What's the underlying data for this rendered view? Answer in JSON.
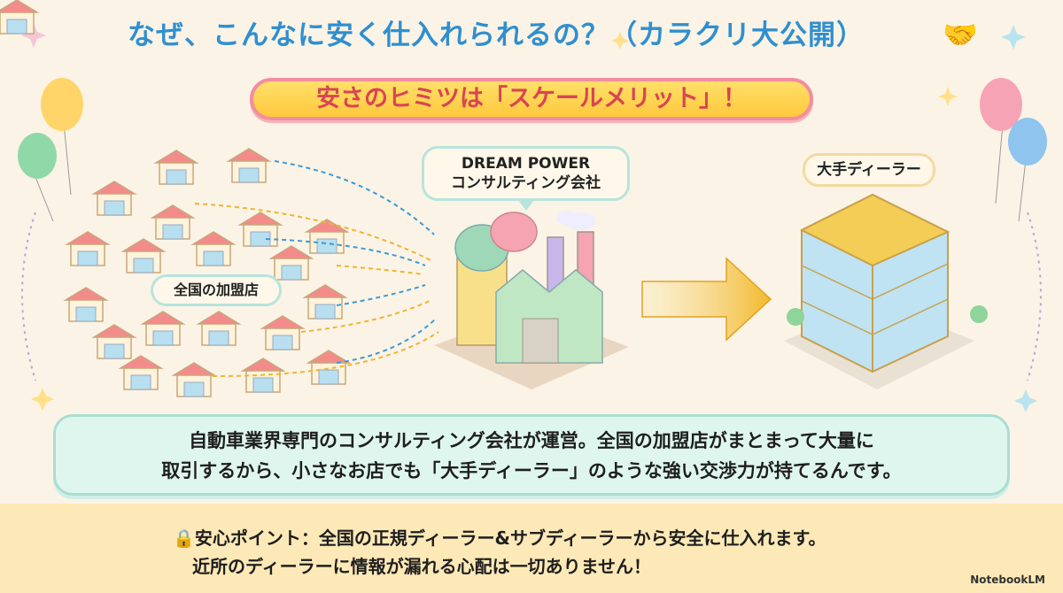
{
  "title": "なぜ、こんなに安く仕入れられるの？（カラクリ大公開）",
  "banner": "安さのヒミツは「スケールメリット」！",
  "labels": {
    "dream_power_line1": "DREAM POWER",
    "dream_power_line2": "コンサルティング会社",
    "dealer": "大手ディーラー",
    "franchise": "全国の加盟店"
  },
  "info": {
    "line1": "自動車業界専門のコンサルティング会社が運営。全国の加盟店がまとまって大量に",
    "line2": "取引するから、小さなお店でも「大手ディーラー」のような強い交渉力が持てるんです。"
  },
  "point": {
    "line1": "安心ポイント：全国の正規ディーラー&サブディーラーから安全に仕入れます。",
    "line2": "近所のディーラーに情報が漏れる心配は一切ありません！"
  },
  "brand": "NotebookLM",
  "icons": [
    "handshake-icon",
    "lock-icon",
    "shield-lock-icon",
    "balloon-icon",
    "sparkle-icon"
  ],
  "colors": {
    "title": "#2f8fcf",
    "banner_text": "#d84553",
    "banner_bg": "#ffc93d",
    "info_bg": "#dff6ef",
    "bottom_bg": "#fde9b7"
  }
}
